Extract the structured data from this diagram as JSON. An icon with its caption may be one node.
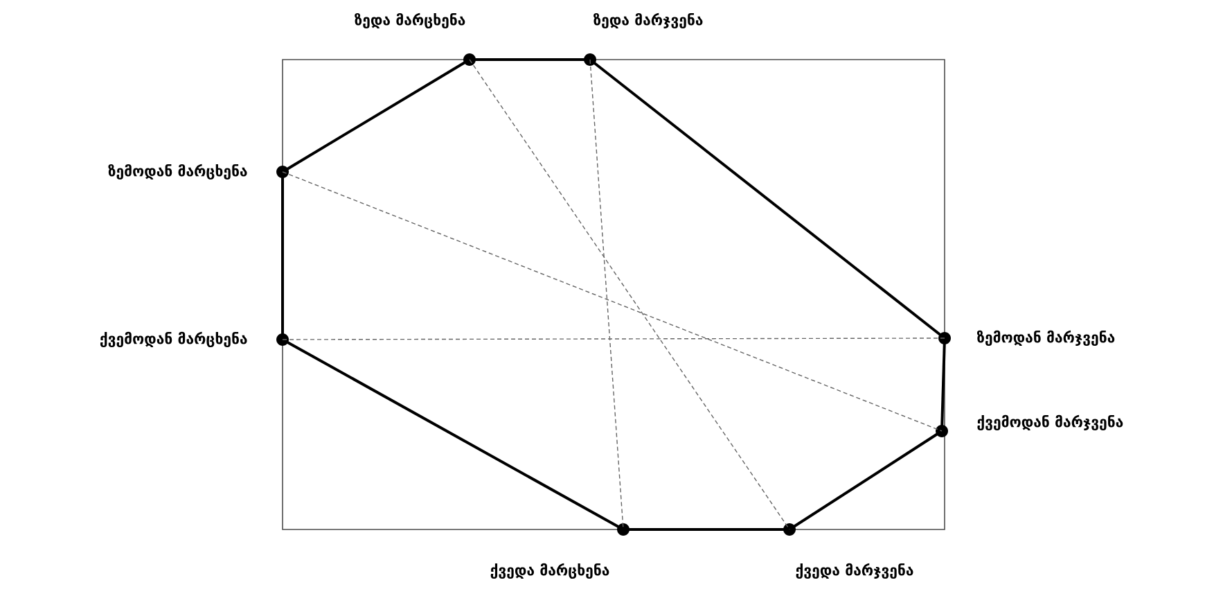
{
  "diagram": {
    "nodes": [
      {
        "text": [],
        "shape": "circle",
        "beside": [
          "ზედა  მარცხენა"
        ]
      },
      {
        "text": [],
        "shape": "circle",
        "beside": [
          "ზედა  მარჯვენა"
        ]
      },
      {
        "text": [],
        "shape": "circle",
        "beside": [
          "ზემოდან მარცხენა"
        ]
      },
      {
        "text": [],
        "shape": "circle",
        "beside": [
          "ქვემოდან მარცხენა"
        ]
      },
      {
        "text": [],
        "shape": "circle",
        "beside": [
          "ზემოდან მარჯვენა"
        ]
      },
      {
        "text": [],
        "shape": "circle",
        "beside": [
          "ქვემოდან მარჯვენა"
        ]
      },
      {
        "text": [],
        "shape": "circle",
        "beside": [
          "ქვედა მარცხენა"
        ]
      },
      {
        "text": [],
        "shape": "circle",
        "beside": [
          "ქვედა მარჯვენა"
        ]
      }
    ],
    "edges": [
      {
        "from": 0,
        "to": 1,
        "arrow": "none"
      },
      {
        "from": 1,
        "to": 4,
        "arrow": "none"
      },
      {
        "from": 4,
        "to": 5,
        "arrow": "none"
      },
      {
        "from": 5,
        "to": 7,
        "arrow": "none"
      },
      {
        "from": 7,
        "to": 6,
        "arrow": "none"
      },
      {
        "from": 6,
        "to": 3,
        "arrow": "none"
      },
      {
        "from": 3,
        "to": 2,
        "arrow": "none"
      },
      {
        "from": 2,
        "to": 0,
        "arrow": "none"
      },
      {
        "from": 0,
        "to": 7,
        "arrow": "none",
        "style": "dashed",
        "color": "#666666"
      },
      {
        "from": 1,
        "to": 6,
        "arrow": "none",
        "style": "dashed",
        "color": "#666666"
      },
      {
        "from": 2,
        "to": 5,
        "arrow": "none",
        "style": "dashed",
        "color": "#666666"
      },
      {
        "from": 3,
        "to": 4,
        "arrow": "none",
        "style": "dashed",
        "color": "#666666"
      }
    ]
  }
}
